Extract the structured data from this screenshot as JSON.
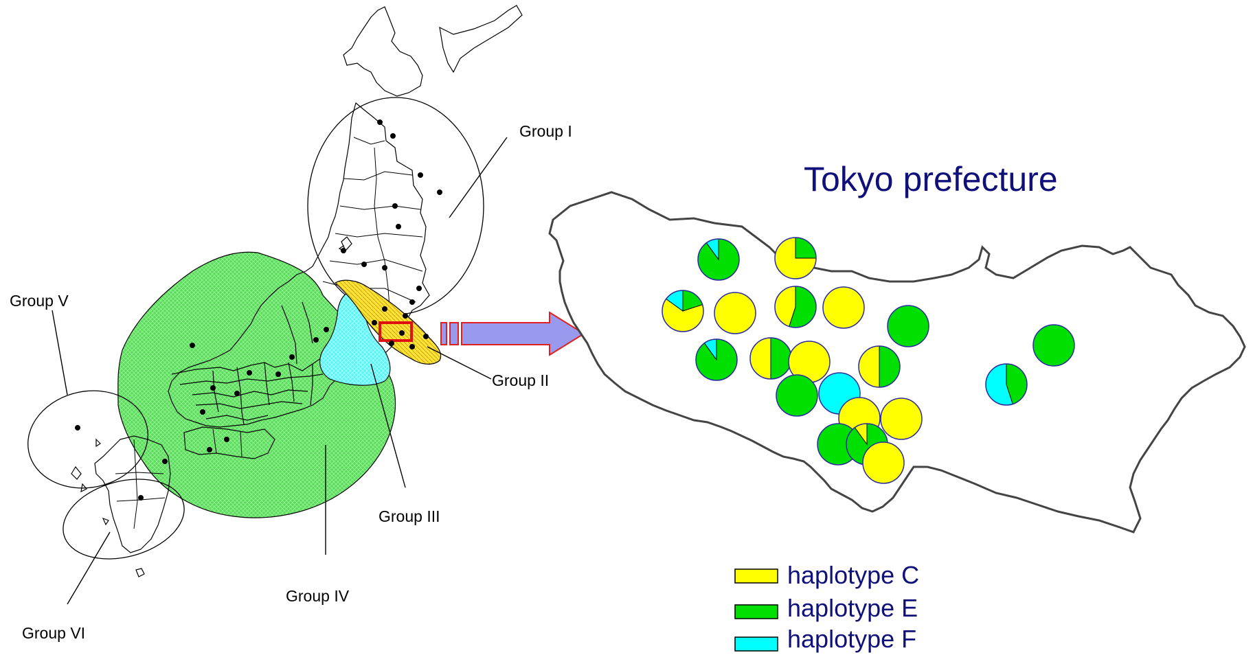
{
  "title": "Tokyo prefecture",
  "colors": {
    "haplotype_c": "#ffff00",
    "haplotype_e": "#00e000",
    "haplotype_f": "#00ffff",
    "group_iv_fill": "#66e066",
    "group_iii_fill": "#66ffff",
    "group_ii_fill": "#ffe640",
    "arrow_fill": "#9999ee",
    "arrow_stroke": "#e02020",
    "text_navy": "#10107a"
  },
  "groups": [
    {
      "id": "I",
      "label": "Group I"
    },
    {
      "id": "II",
      "label": "Group II"
    },
    {
      "id": "III",
      "label": "Group III"
    },
    {
      "id": "IV",
      "label": "Group IV"
    },
    {
      "id": "V",
      "label": "Group V"
    },
    {
      "id": "VI",
      "label": "Group VI"
    }
  ],
  "legend": [
    {
      "key": "C",
      "label": "haplotype C",
      "color": "#ffff00"
    },
    {
      "key": "E",
      "label": "haplotype E",
      "color": "#00e000"
    },
    {
      "key": "F",
      "label": "haplotype F",
      "color": "#00ffff"
    }
  ],
  "sampling_sites_haplotype_fractions": [
    {
      "site": 1,
      "C": 0.0,
      "E": 0.9,
      "F": 0.1
    },
    {
      "site": 2,
      "C": 0.75,
      "E": 0.25,
      "F": 0.0
    },
    {
      "site": 3,
      "C": 0.65,
      "E": 0.2,
      "F": 0.15
    },
    {
      "site": 4,
      "C": 1.0,
      "E": 0.0,
      "F": 0.0
    },
    {
      "site": 5,
      "C": 0.45,
      "E": 0.55,
      "F": 0.0
    },
    {
      "site": 6,
      "C": 1.0,
      "E": 0.0,
      "F": 0.0
    },
    {
      "site": 7,
      "C": 0.0,
      "E": 1.0,
      "F": 0.0
    },
    {
      "site": 8,
      "C": 0.0,
      "E": 1.0,
      "F": 0.0
    },
    {
      "site": 9,
      "C": 0.0,
      "E": 0.9,
      "F": 0.1
    },
    {
      "site": 10,
      "C": 0.5,
      "E": 0.5,
      "F": 0.0
    },
    {
      "site": 11,
      "C": 1.0,
      "E": 0.0,
      "F": 0.0
    },
    {
      "site": 12,
      "C": 0.5,
      "E": 0.5,
      "F": 0.0
    },
    {
      "site": 13,
      "C": 0.0,
      "E": 0.45,
      "F": 0.55
    },
    {
      "site": 14,
      "C": 0.0,
      "E": 1.0,
      "F": 0.0
    },
    {
      "site": 15,
      "C": 0.0,
      "E": 0.0,
      "F": 1.0
    },
    {
      "site": 16,
      "C": 1.0,
      "E": 0.0,
      "F": 0.0
    },
    {
      "site": 17,
      "C": 1.0,
      "E": 0.0,
      "F": 0.0
    },
    {
      "site": 18,
      "C": 0.0,
      "E": 1.0,
      "F": 0.0
    },
    {
      "site": 19,
      "C": 0.1,
      "E": 0.9,
      "F": 0.0
    },
    {
      "site": 20,
      "C": 1.0,
      "E": 0.0,
      "F": 0.0
    }
  ]
}
